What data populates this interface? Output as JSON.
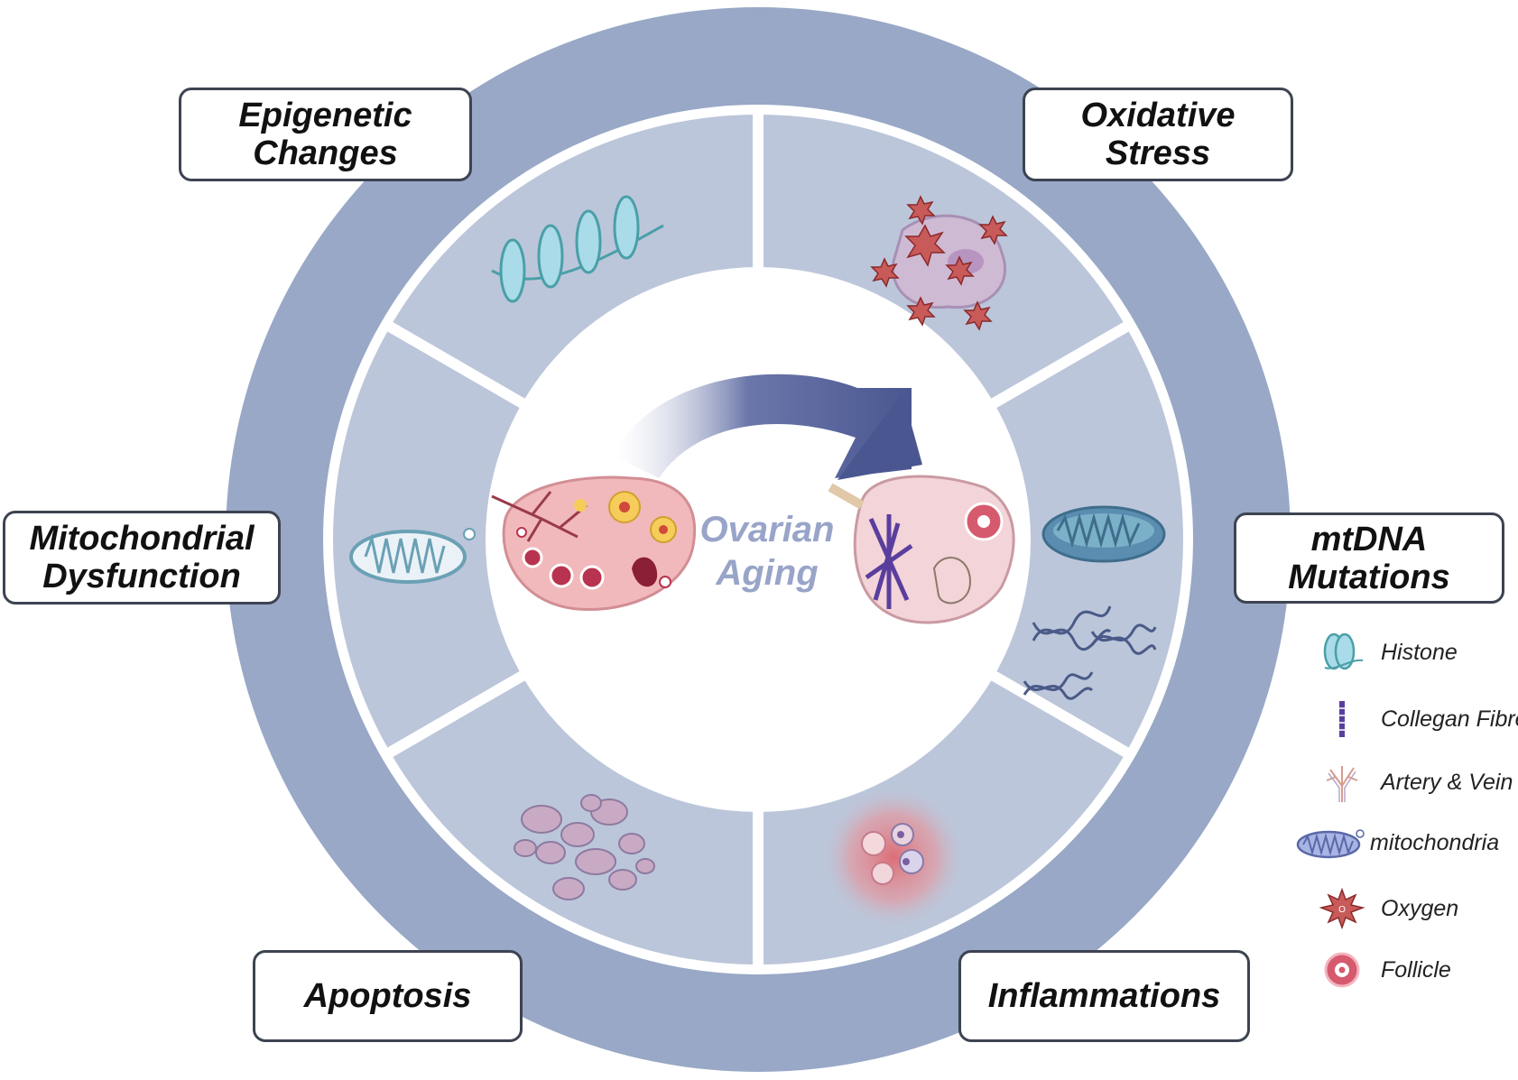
{
  "center": {
    "line1": "Ovarian",
    "line2": "Aging"
  },
  "boxes": {
    "epigenetic": {
      "line1": "Epigenetic",
      "line2": "Changes"
    },
    "oxidative": {
      "line1": "Oxidative",
      "line2": "Stress"
    },
    "mitochondrial": {
      "line1": "Mitochondrial",
      "line2": "Dysfunction"
    },
    "mtdna": {
      "line1": "mtDNA",
      "line2": "Mutations"
    },
    "apoptosis": {
      "line1": "Apoptosis"
    },
    "inflammations": {
      "line1": "Inflammations"
    }
  },
  "legend": [
    {
      "icon": "histone-icon",
      "label": "Histone"
    },
    {
      "icon": "collagen-fibre-icon",
      "label": "Collegan Fibre"
    },
    {
      "icon": "artery-vein-icon",
      "label": "Artery & Vein"
    },
    {
      "icon": "mitochondria-icon",
      "label": "mitochondria"
    },
    {
      "icon": "oxygen-icon",
      "label": "Oxygen"
    },
    {
      "icon": "follicle-icon",
      "label": "Follicle"
    }
  ],
  "colors": {
    "outer_ring": "#98a8c6",
    "segment": "#bcc6da",
    "arrow": "#4a5690",
    "center_text": "#98a4c8",
    "box_border": "#3d4352",
    "ovary": "#f1b9bb",
    "follicle": "#b8334f"
  }
}
